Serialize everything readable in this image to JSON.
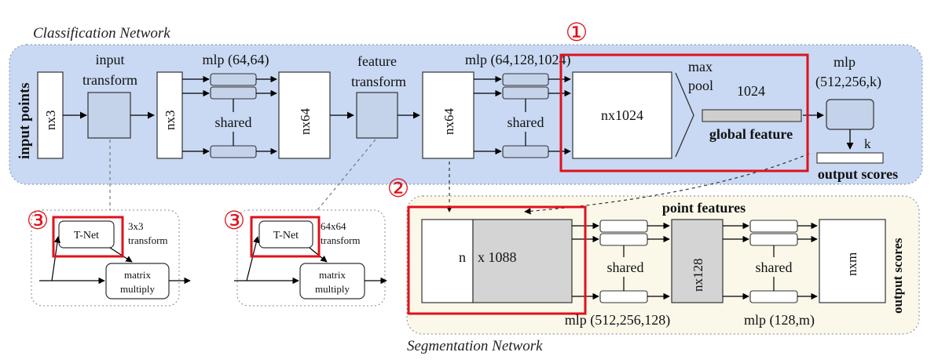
{
  "sections": {
    "classification": "Classification Network",
    "segmentation": "Segmentation Network"
  },
  "labels": {
    "input_points": "input points",
    "output_scores_cls": "output scores",
    "output_scores_seg": "output scores",
    "input_transform_1": "input",
    "input_transform_2": "transform",
    "feature_transform_1": "feature",
    "feature_transform_2": "transform",
    "mlp_64_64": "mlp (64,64)",
    "mlp_64_128_1024": "mlp (64,128,1024)",
    "max_pool_1": "max",
    "max_pool_2": "pool",
    "g1024": "1024",
    "global_feature": "global feature",
    "mlp_cls_1": "mlp",
    "mlp_cls_2": "(512,256,k)",
    "k": "k",
    "shared": "shared",
    "point_features": "point features",
    "mlp_512_256_128": "mlp (512,256,128)",
    "mlp_128_m": "mlp (128,m)",
    "box_nx3_a": "nx3",
    "box_nx3_b": "nx3",
    "box_nx64_a": "nx64",
    "box_nx64_b": "nx64",
    "box_nx1024": "nx1024",
    "box_n": "n",
    "box_x1088": "x 1088",
    "box_nx128": "nx128",
    "box_nxm": "nxm",
    "tnet": "T-Net",
    "t3x3_1": "3x3",
    "t3x3_2": "transform",
    "t64_1": "64x64",
    "t64_2": "transform",
    "matrix_1": "matrix",
    "matrix_2": "multiply"
  },
  "markers": {
    "m1": "①",
    "m2": "②",
    "m3a": "③",
    "m3b": "③"
  },
  "colors": {
    "cls_bg": "#c9d9f3",
    "seg_bg": "#fbf8ea",
    "highlight": "#e0111b",
    "gray_box": "#d4d4d4",
    "mlp_box": "#c4d2ea"
  }
}
